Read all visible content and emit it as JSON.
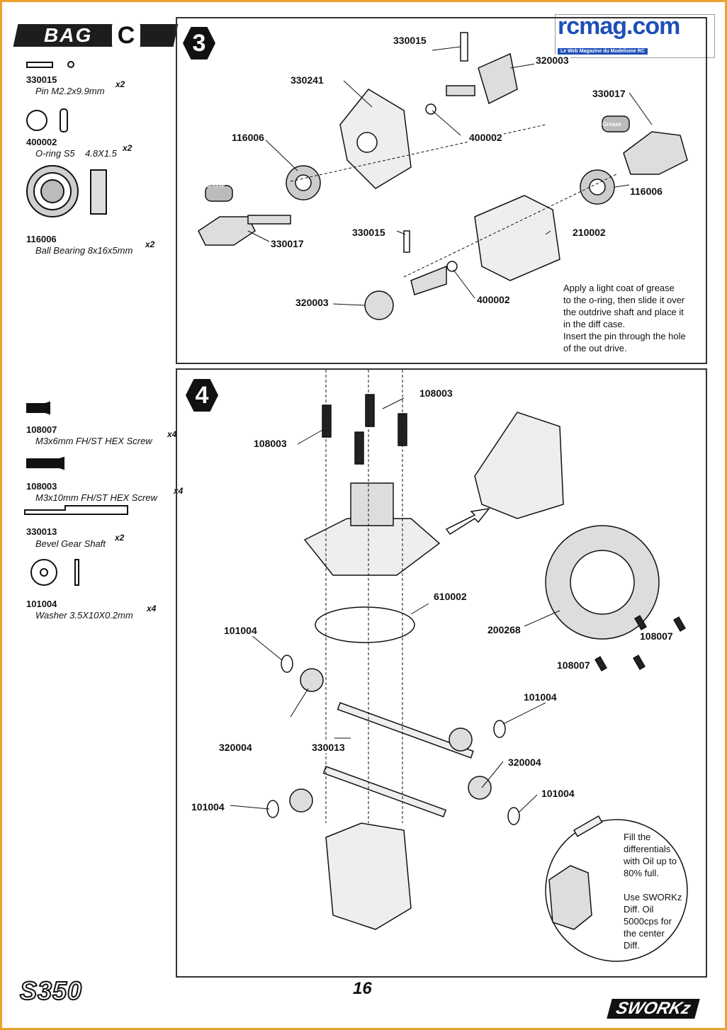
{
  "bag": {
    "label": "BAG",
    "letter": "C"
  },
  "logo": {
    "text": "rcmag.com",
    "subtitle": "Le Web Magazine du Modelisme RC"
  },
  "bag_parts": [
    {
      "code": "330015",
      "name": "Pin M2.2x9.9mm",
      "qty": "x2"
    },
    {
      "code": "400002",
      "name": "O-ring S5    4.8X1.5",
      "qty": "x2"
    },
    {
      "code": "116006",
      "name": "Ball Bearing 8x16x5mm",
      "qty": "x2"
    },
    {
      "code": "108007",
      "name": "M3x6mm FH/ST HEX Screw",
      "qty": "x4"
    },
    {
      "code": "108003",
      "name": "M3x10mm FH/ST HEX Screw",
      "qty": "x4"
    },
    {
      "code": "330013",
      "name": "Bevel Gear Shaft",
      "qty": "x2"
    },
    {
      "code": "101004",
      "name": "Washer 3.5X10X0.2mm",
      "qty": "x4"
    }
  ],
  "step3": {
    "number": "3",
    "grease": "Grease",
    "labels": {
      "a": "330015",
      "b": "320003",
      "c": "330241",
      "d": "330017",
      "e": "116006",
      "f": "400002",
      "g": "116006",
      "h": "330017",
      "i": "330015",
      "j": "210002",
      "k": "320003",
      "l": "400002"
    },
    "note": [
      "Apply a light coat of grease",
      "to the o-ring, then slide it over",
      "the outdrive shaft and place it",
      "in the diff case.",
      "Insert the pin through the hole",
      "of the out drive."
    ]
  },
  "step4": {
    "number": "4",
    "labels": {
      "a": "108003",
      "b": "108003",
      "c": "610002",
      "d": "200268",
      "e": "108007",
      "f": "108007",
      "g": "101004",
      "h": "101004",
      "i": "320004",
      "j": "330013",
      "k": "320004",
      "l": "101004",
      "m": "101004"
    },
    "note": [
      "Fill the",
      "differentials",
      "with Oil up to",
      "80% full.",
      "",
      "Use SWORKz",
      "Diff. Oil",
      "5000cps for",
      "the center",
      "Diff."
    ]
  },
  "page_number": "16",
  "footer": {
    "model": "S350",
    "brand": "SWORKz"
  }
}
